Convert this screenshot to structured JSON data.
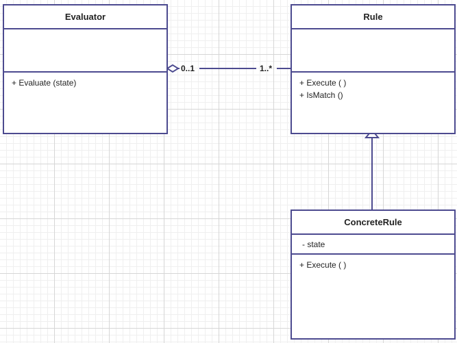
{
  "classes": {
    "evaluator": {
      "name": "Evaluator",
      "attributes": [],
      "operations": [
        "+ Evaluate (state)"
      ]
    },
    "rule": {
      "name": "Rule",
      "attributes": [],
      "operations": [
        "+ Execute ( )",
        "+ IsMatch ()"
      ]
    },
    "concrete_rule": {
      "name": "ConcreteRule",
      "attributes": [
        "- state"
      ],
      "operations": [
        "+ Execute ( )"
      ]
    }
  },
  "relations": {
    "aggregation": {
      "source_multiplicity": "0..1",
      "target_multiplicity": "1..*",
      "kind": "aggregation"
    },
    "generalization": {
      "kind": "inheritance",
      "from": "ConcreteRule",
      "to": "Rule"
    }
  },
  "colors": {
    "border": "#4c4a8f",
    "text": "#222222",
    "grid_major": "#d6d6d6",
    "grid_minor": "#efefef"
  }
}
